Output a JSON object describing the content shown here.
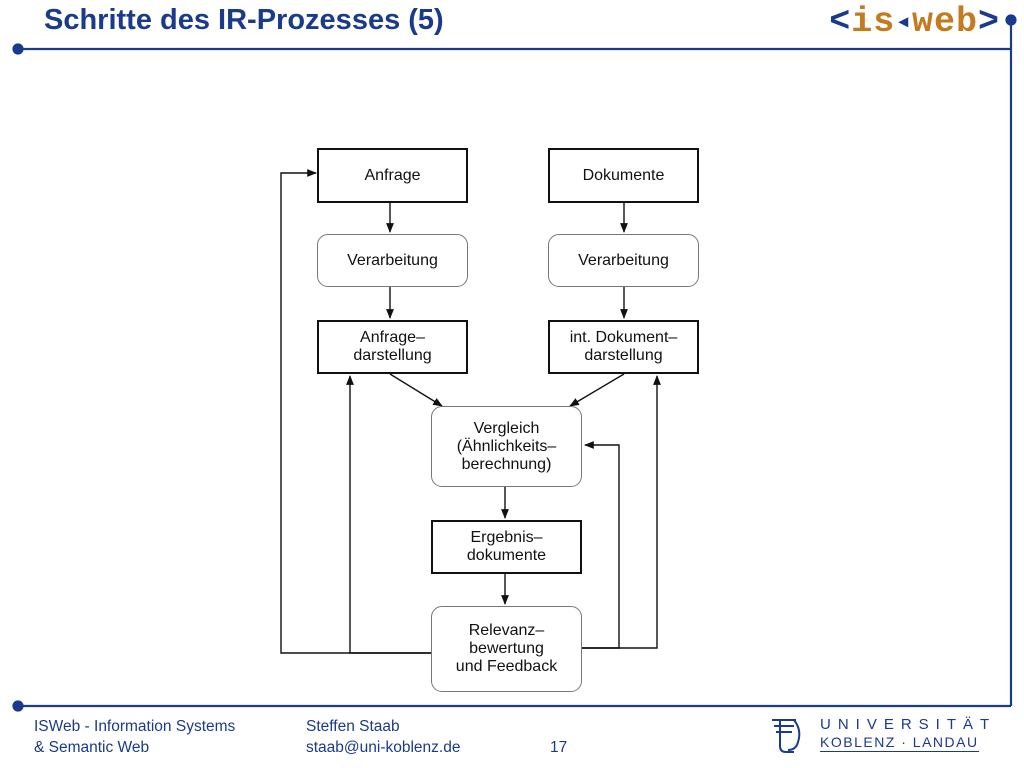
{
  "header": {
    "title": "Schritte des IR-Prozesses (5)",
    "logo_left": "<",
    "logo_is": "is",
    "logo_web": "web",
    "logo_right": ">"
  },
  "diagram": {
    "nodes": {
      "anfrage": "Anfrage",
      "dokumente": "Dokumente",
      "verarbeitung_left": "Verarbeitung",
      "verarbeitung_right": "Verarbeitung",
      "anfragedarstellung": "Anfrage–\ndarstellung",
      "dokumentdarstellung": "int. Dokument–\ndarstellung",
      "vergleich": "Vergleich\n(Ähnlichkeits–\nberechnung)",
      "ergebnis": "Ergebnis–\ndokumente",
      "relevanz": "Relevanz–\nbewertung\nund Feedback"
    }
  },
  "footer": {
    "org_line1": "ISWeb - Information Systems",
    "org_line2": "& Semantic Web",
    "author": "Steffen Staab",
    "email": "staab@uni-koblenz.de",
    "page_number": "17",
    "university_line1": "UNIVERSITÄT",
    "university_line2": "KOBLENZ · LANDAU"
  },
  "colors": {
    "accent": "#1a3a8c",
    "logo_orange": "#c47a1e"
  }
}
